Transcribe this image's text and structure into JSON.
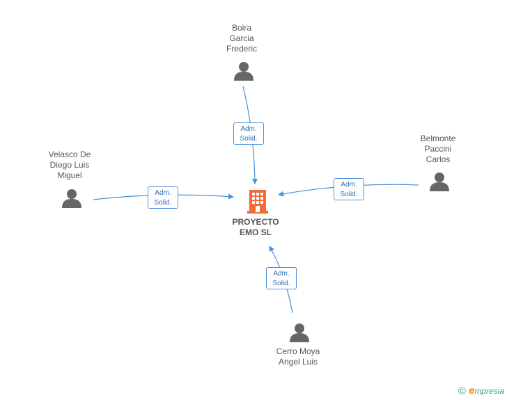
{
  "company": {
    "name": "PROYECTO\nEMO SL",
    "icon": "building-icon",
    "color": "#f26a38"
  },
  "persons": [
    {
      "id": "top",
      "name": "Boira\nGarcia\nFrederic",
      "icon": "person-icon"
    },
    {
      "id": "left",
      "name": "Velasco De\nDiego Luis\nMiguel",
      "icon": "person-icon"
    },
    {
      "id": "right",
      "name": "Belmonte\nPaccini\nCarlos",
      "icon": "person-icon"
    },
    {
      "id": "bottom",
      "name": "Cerro Moya\nAngel Luis",
      "icon": "person-icon"
    }
  ],
  "relations": [
    {
      "from": "top",
      "line1": "Adm.",
      "line2": "Solid."
    },
    {
      "from": "left",
      "line1": "Adm.",
      "line2": "Solid."
    },
    {
      "from": "right",
      "line1": "Adm.",
      "line2": "Solid."
    },
    {
      "from": "bottom",
      "line1": "Adm.",
      "line2": "Solid."
    }
  ],
  "colors": {
    "edge": "#4a90d9",
    "person": "#666666",
    "text": "#555555"
  },
  "brand": {
    "copyright": "©",
    "initial": "e",
    "name": "mpresia"
  }
}
